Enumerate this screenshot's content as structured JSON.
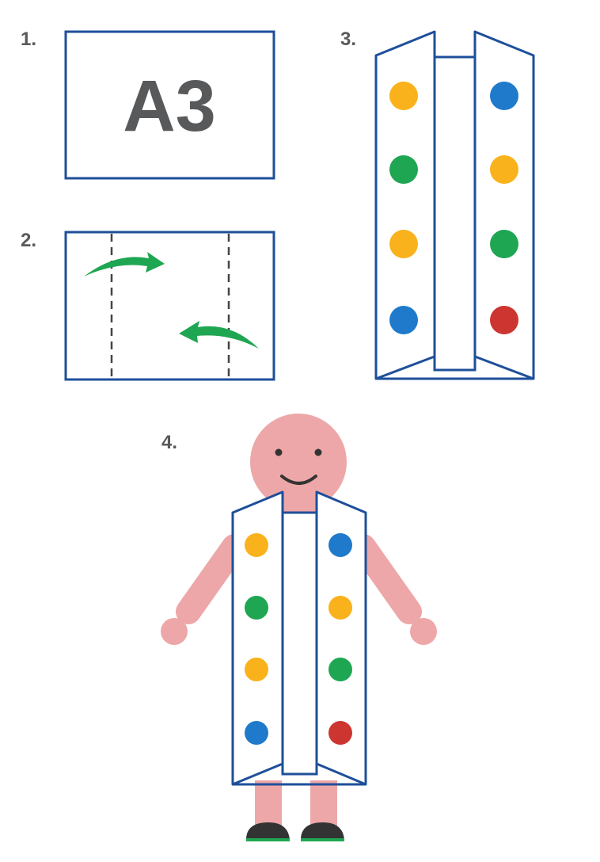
{
  "steps": {
    "step1": {
      "number": "1.",
      "paper_label": "A3"
    },
    "step2": {
      "number": "2."
    },
    "step3": {
      "number": "3."
    },
    "step4": {
      "number": "4."
    }
  },
  "colors": {
    "outline": "#1e4f9a",
    "label_gray": "#58595b",
    "arrow_green": "#1fa652",
    "skin_pink": "#eda7a8",
    "shoe_dark": "#333333",
    "shoe_sole_green": "#1fa652",
    "dot_yellow": "#f9b21b",
    "dot_green": "#1fa652",
    "dot_blue": "#1f7acb",
    "dot_red": "#cd3530"
  },
  "panel_dots": {
    "left_panel": [
      "yellow",
      "green",
      "yellow",
      "blue"
    ],
    "right_panel": [
      "blue",
      "yellow",
      "green",
      "red"
    ]
  },
  "icons": [
    "fold-arrow-right-icon",
    "fold-arrow-left-icon",
    "smile-face-icon",
    "shoe-icon"
  ]
}
